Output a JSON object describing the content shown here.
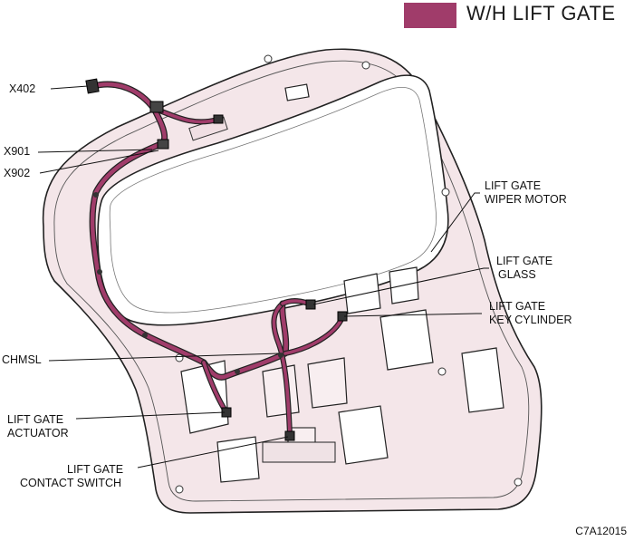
{
  "legend": {
    "title": "W/H LIFT GATE",
    "swatch_color": "#a03c6a"
  },
  "colors": {
    "harness": "#a03c6a",
    "panel_fill": "#f4e6e9",
    "outline": "#222222"
  },
  "labels": {
    "x402": "X402",
    "x901": "X901",
    "x902": "X902",
    "wiper_motor": [
      "LIFT GATE",
      "WIPER MOTOR"
    ],
    "glass": [
      "LIFT GATE",
      "GLASS"
    ],
    "key_cylinder": [
      "LIFT GATE",
      "KEY CYLINDER"
    ],
    "chmsl": "CHMSL",
    "actuator": [
      "LIFT GATE",
      "ACTUATOR"
    ],
    "contact_switch": [
      "LIFT GATE",
      "CONTACT SWITCH"
    ]
  },
  "figure_code": "C7A12015"
}
